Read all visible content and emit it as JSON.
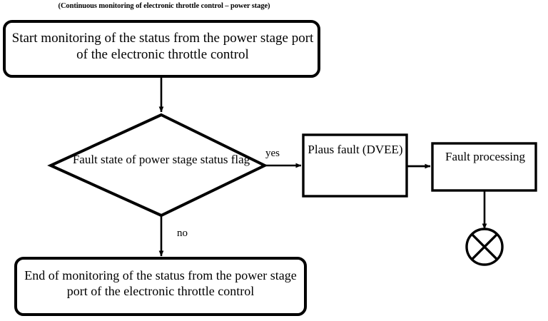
{
  "diagram": {
    "caption": "(Continuous monitoring of electronic throttle control – power stage)",
    "nodes": {
      "start": {
        "shape": "rounded-rectangle",
        "text": "Start monitoring of the status from the power stage port of the electronic throttle control"
      },
      "decision": {
        "shape": "diamond",
        "text": "Fault state of power stage status flag"
      },
      "plaus_fault": {
        "shape": "rectangle",
        "text": "Plaus fault (DVEE)"
      },
      "fault_processing": {
        "shape": "rectangle",
        "text": "Fault processing"
      },
      "terminator": {
        "shape": "circle-with-cross",
        "text": ""
      },
      "end": {
        "shape": "rounded-rectangle",
        "text": "End of monitoring of the status from the power stage port of the electronic throttle control"
      }
    },
    "edges": {
      "start_to_decision": {
        "label": ""
      },
      "decision_yes": {
        "label": "yes"
      },
      "decision_no": {
        "label": "no"
      },
      "plaus_to_processing": {
        "label": ""
      },
      "processing_to_terminator": {
        "label": ""
      }
    },
    "colors": {
      "stroke": "#000000",
      "background": "#ffffff",
      "text": "#000000"
    }
  }
}
